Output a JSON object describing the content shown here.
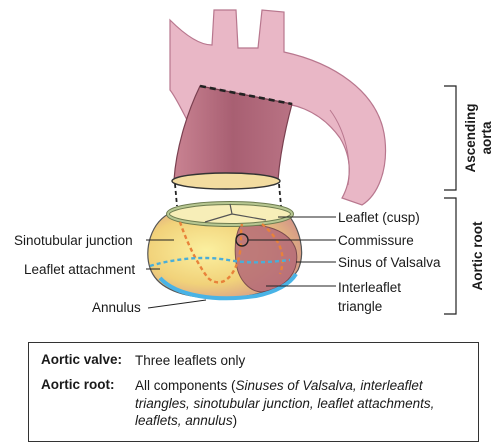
{
  "labels": {
    "leaflet_cusp": "Leaflet (cusp)",
    "sinotubular_junction": "Sinotubular junction",
    "commissure": "Commissure",
    "leaflet_attachment": "Leaflet attachment",
    "sinus_of_valsalva": "Sinus of Valsalva",
    "interleaflet_line1": "Interleaflet",
    "interleaflet_line2": "triangle",
    "annulus": "Annulus"
  },
  "side_labels": {
    "ascending_line1": "Ascending",
    "ascending_line2": "aorta",
    "aortic_root": "Aortic root"
  },
  "legend": {
    "valve_key": "Aortic valve:",
    "valve_value": "Three leaflets only",
    "root_key": "Aortic root:",
    "root_value_prefix": "All components (",
    "root_value_line1_italic": "Sinuses of Valsalva, interleaflet",
    "root_value_line2_italic": "triangles, sinotubular junction, leaflet attachments,",
    "root_value_line3_italic": "leaflets, annulus",
    "root_value_suffix": ")"
  },
  "colors": {
    "arch_pink": "#e9b7c6",
    "arch_stroke": "#b8778e",
    "aorta_mauve": "#b26f80",
    "root_yellow": "#f5e07a",
    "root_mauve": "#a86573",
    "ring_green": "#b7c791",
    "orange_dash": "#e8823a",
    "blue_dash": "#4aaed8",
    "annulus_blue": "#49b3e6"
  }
}
